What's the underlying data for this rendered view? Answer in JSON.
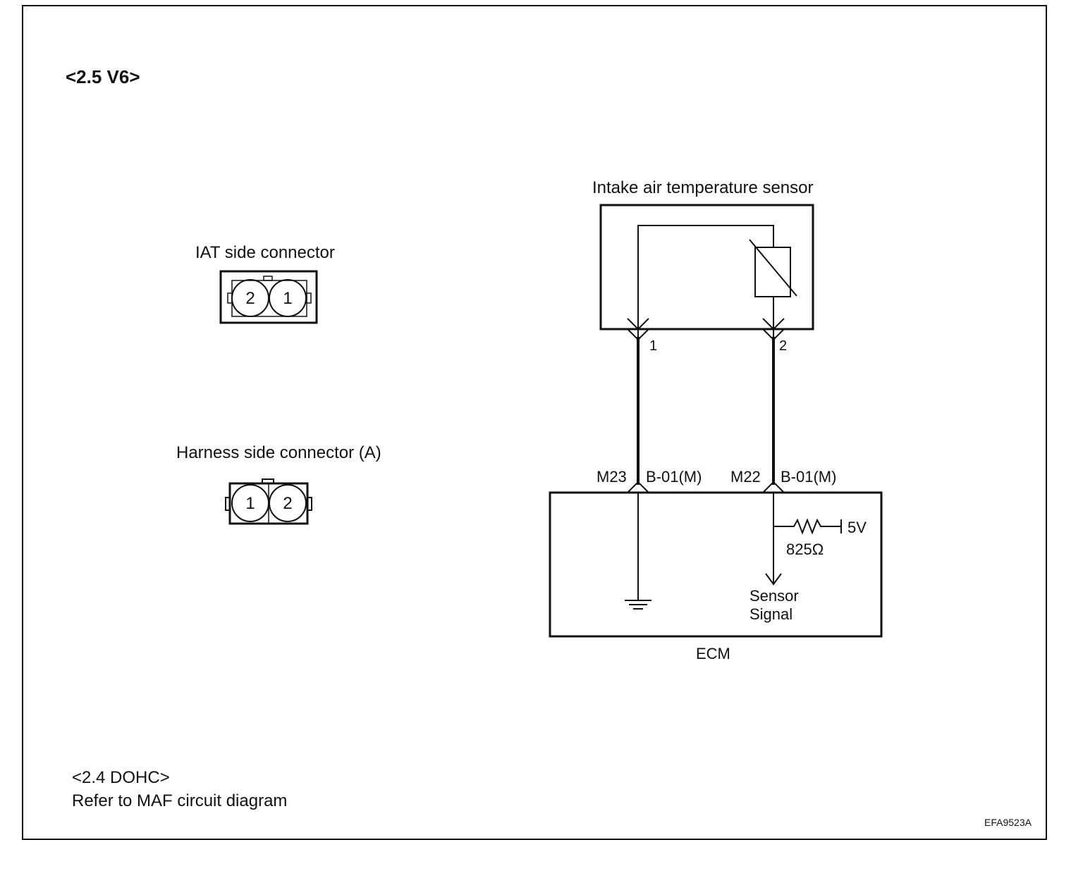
{
  "header": {
    "title": "<2.5 V6>"
  },
  "connectors": {
    "iat": {
      "label": "IAT side connector",
      "pins": [
        "2",
        "1"
      ]
    },
    "harness": {
      "label": "Harness side connector (A)",
      "pins": [
        "1",
        "2"
      ]
    }
  },
  "circuit": {
    "sensor_label": "Intake air temperature sensor",
    "pin1": "1",
    "pin2": "2",
    "terminal_left": {
      "pin": "M23",
      "connector": "B-01(M)"
    },
    "terminal_right": {
      "pin": "M22",
      "connector": "B-01(M)"
    },
    "resistor_value": "825Ω",
    "supply_voltage": "5V",
    "signal_label_line1": "Sensor",
    "signal_label_line2": "Signal",
    "ecm_label": "ECM"
  },
  "footer": {
    "title": "<2.4 DOHC>",
    "note": "Refer to MAF circuit diagram"
  },
  "figure_code": "EFA9523A"
}
